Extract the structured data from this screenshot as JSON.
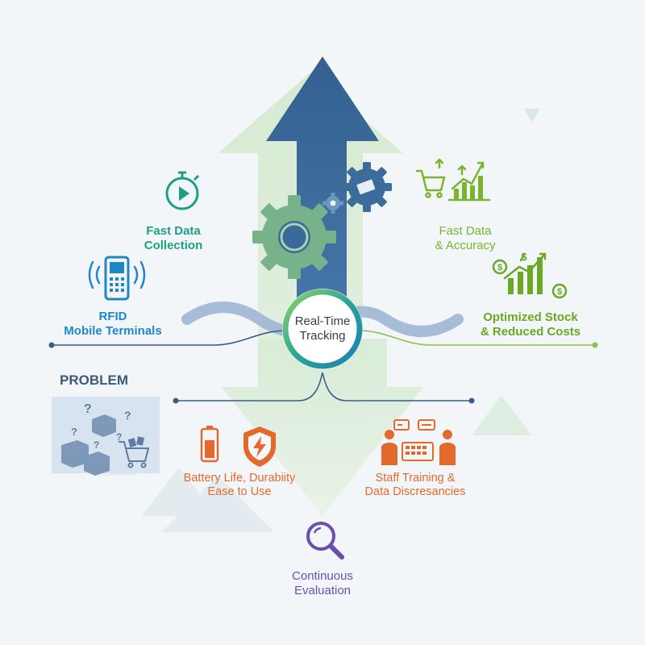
{
  "center": {
    "line1": "Real-Time",
    "line2": "Tracking"
  },
  "top_left": {
    "fast_data_collection": {
      "line1": "Fast Data",
      "line2": "Collection",
      "icon": "stopwatch-icon",
      "color": "#1f9e86"
    },
    "rfid": {
      "line1": "RFID",
      "line2": "Mobile Terminals",
      "icon": "mobile-terminal-icon",
      "color": "#1f86c8"
    }
  },
  "top_right": {
    "fast_data_accuracy": {
      "line1": "Fast Data",
      "line2": "& Accuracy",
      "icon": "cart-growth-chart-icon",
      "color": "#7bb52d"
    },
    "optimized": {
      "line1": "Optimized Stock",
      "line2": "& Reduced Costs",
      "icon": "dollar-growth-chart-icon",
      "color": "#6aa826"
    }
  },
  "problem": {
    "title": "PROBLEM",
    "icon": "boxes-question-cart-icon"
  },
  "bottom": {
    "battery": {
      "line1": "Battery Life, Durabiity",
      "line2": "Ease to Use",
      "icons": [
        "battery-icon",
        "shield-bolt-icon"
      ],
      "color": "#e36a2c"
    },
    "staff": {
      "line1": "Staff Training &",
      "line2": "Data Discresancies",
      "icon": "staff-training-icon",
      "color": "#e36a2c"
    }
  },
  "evaluation": {
    "line1": "Continuous",
    "line2": "Evaluation",
    "icon": "magnifier-icon",
    "color": "#6a4fb0"
  },
  "colors": {
    "arrow_blue": "#3a6799",
    "arrow_green": "#cfe6c9",
    "gear_green": "#77b28a",
    "gear_blue": "#3c6d9a",
    "teal": "#1f9e86"
  }
}
